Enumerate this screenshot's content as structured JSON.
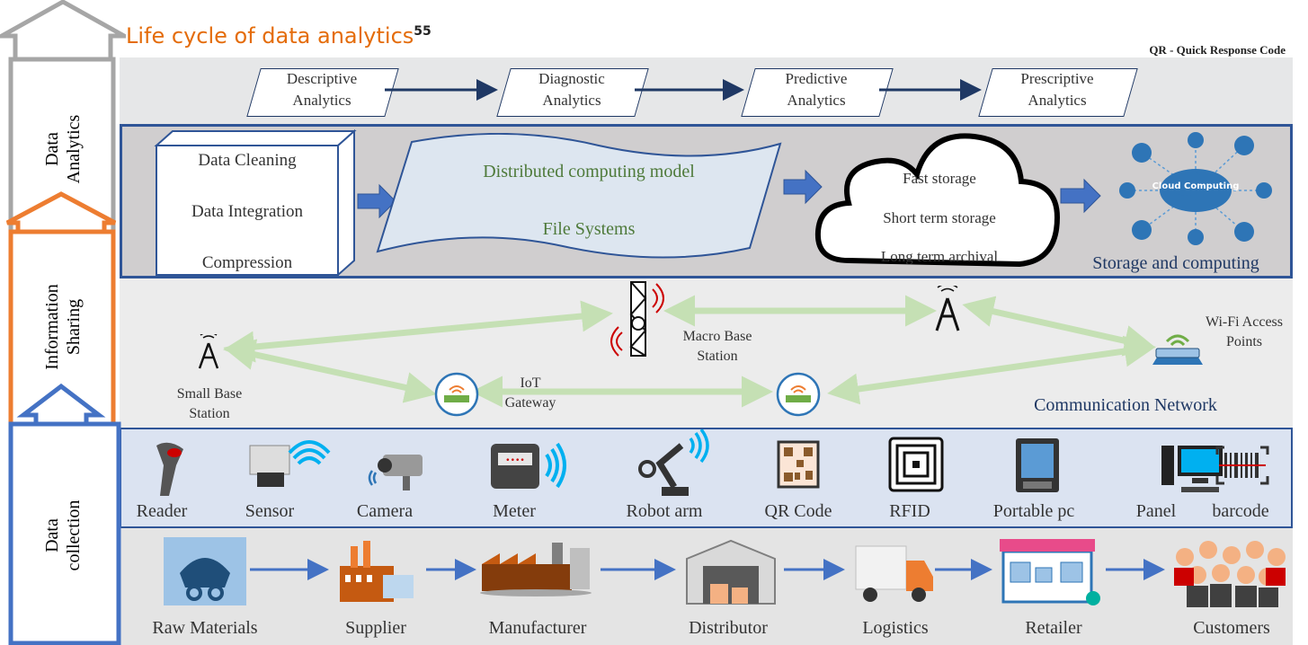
{
  "title": "Life cycle of data analytics",
  "title_ref": "55",
  "note": "QR - Quick Response Code",
  "side_labels": {
    "analytics": [
      "Data",
      "Analytics"
    ],
    "sharing": [
      "Information",
      "Sharing"
    ],
    "collection": [
      "Data",
      "collection"
    ]
  },
  "analytics_steps": [
    {
      "line1": "Descriptive",
      "line2": "Analytics"
    },
    {
      "line1": "Diagnostic",
      "line2": "Analytics"
    },
    {
      "line1": "Predictive",
      "line2": "Analytics"
    },
    {
      "line1": "Prescriptive",
      "line2": "Analytics"
    }
  ],
  "processing": [
    "Data Cleaning",
    "Data Integration",
    "Compression"
  ],
  "distributed": [
    "Distributed computing model",
    "File Systems"
  ],
  "storage_cloud": [
    "Fast storage",
    "Short term storage",
    "Long term archival"
  ],
  "cloud_computing": {
    "label": "Cloud Computing",
    "caption": "Storage and computing"
  },
  "network": {
    "small_base": [
      "Small Base",
      "Station"
    ],
    "macro_base": [
      "Macro Base",
      "Station"
    ],
    "iot_gateway": [
      "IoT",
      "Gateway"
    ],
    "wifi": [
      "Wi-Fi Access",
      "Points"
    ],
    "caption": "Communication Network"
  },
  "devices": [
    "Reader",
    "Sensor",
    "Camera",
    "Meter",
    "Robot arm",
    "QR Code",
    "RFID",
    "Portable pc",
    "Panel",
    "barcode"
  ],
  "supply_chain": [
    "Raw Materials",
    "Supplier",
    "Manufacturer",
    "Distributor",
    "Logistics",
    "Retailer",
    "Customers"
  ],
  "colors": {
    "title": "#e46c0a",
    "analytics_arrow": "#a6a6a6",
    "sharing_arrow": "#ed7d31",
    "collection_arrow": "#4472c4",
    "link": "#c5e0b4",
    "flow": "#4472c4"
  }
}
